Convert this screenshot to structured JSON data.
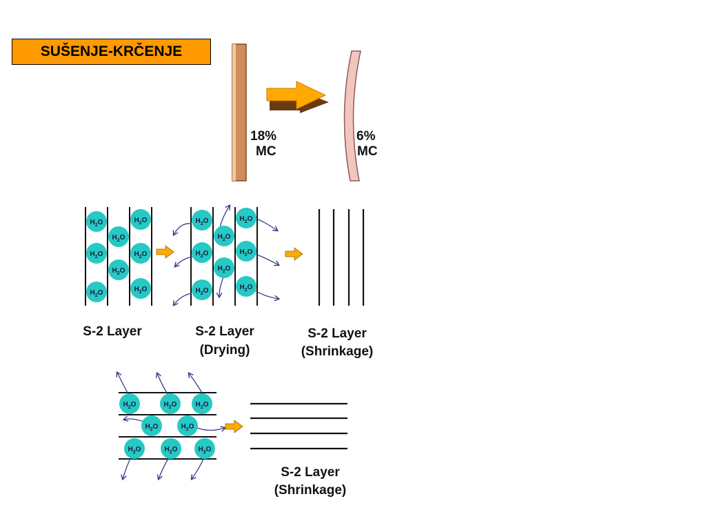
{
  "title": "SUŠENJE-KRČENJE",
  "top": {
    "left_label": [
      "18%",
      "MC"
    ],
    "right_label": [
      "6%",
      "MC"
    ]
  },
  "molecule": {
    "base": "H",
    "sub": "2",
    "tail": "O"
  },
  "panels": {
    "s2_layer": [
      "S-2 Layer"
    ],
    "s2_drying": [
      "S-2 Layer",
      "(Drying)"
    ],
    "s2_shrinkage": [
      "S-2 Layer",
      "(Shrinkage)"
    ],
    "s2_shrinkage_bottom": [
      "S-2 Layer",
      "(Shrinkage)"
    ]
  },
  "colors": {
    "title_bg": "#ff9900",
    "wood": "#d08c5c",
    "wood_dark": "#a8653a",
    "wood_light": "#f2c6bf",
    "arrow": "#ffaa00",
    "water": "#26c9c4",
    "line": "#111111",
    "curve_arrow": "#3a3a8a"
  }
}
